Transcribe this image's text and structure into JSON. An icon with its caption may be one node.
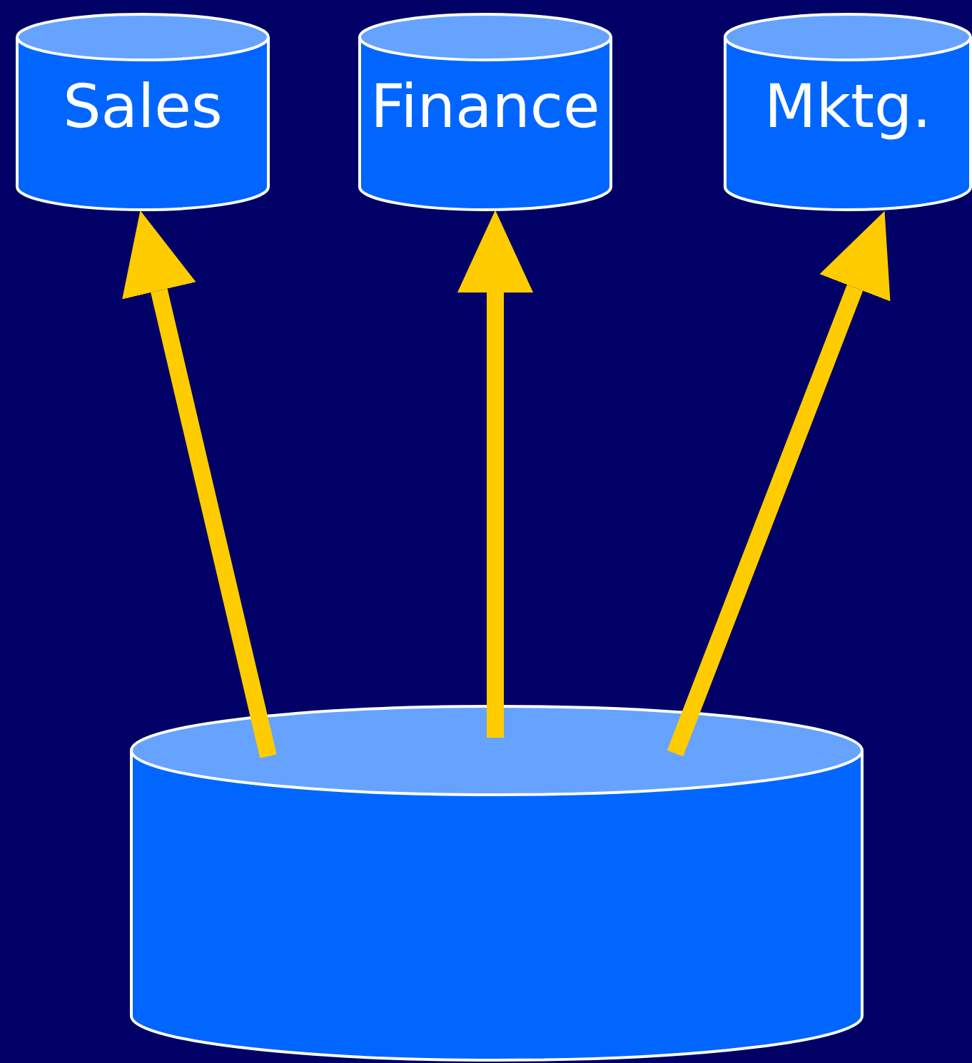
{
  "diagram": {
    "nodes": [
      {
        "text": [
          "Sales"
        ]
      },
      {
        "text": [
          "Finance"
        ]
      },
      {
        "text": [
          "Mktg."
        ]
      },
      {
        "text": [],
        "shape": "cylinder"
      }
    ],
    "edges": [
      {
        "from": 3,
        "to": 0,
        "arrow": "to",
        "color": "#ffcc00"
      },
      {
        "from": 3,
        "to": 1,
        "arrow": "to",
        "color": "#ffcc00"
      },
      {
        "from": 3,
        "to": 2,
        "arrow": "to",
        "color": "#ffcc00"
      }
    ]
  }
}
